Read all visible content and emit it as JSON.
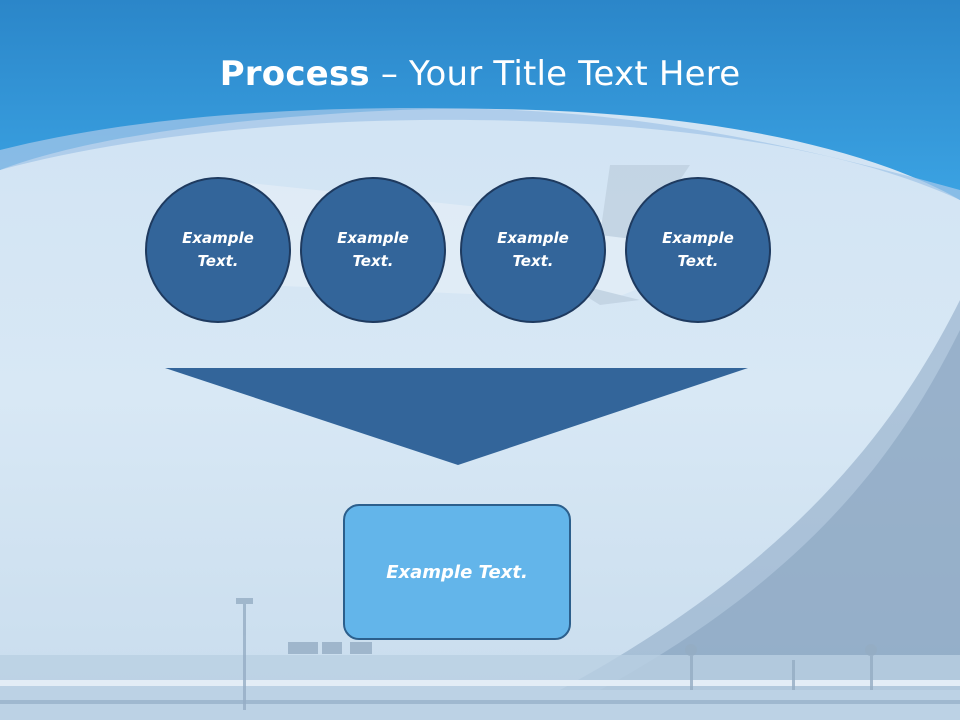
{
  "slide": {
    "title_bold": "Process",
    "title_rest": " – Your Title Text Here",
    "steps": [
      {
        "label": "Example\nText."
      },
      {
        "label": "Example\nText."
      },
      {
        "label": "Example\nText."
      },
      {
        "label": "Example\nText."
      }
    ],
    "result_label": "Example Text."
  },
  "colors": {
    "header_blue": "#3a9ee0",
    "circle_fill": "#33659a",
    "arrow_fill": "#33659a",
    "result_fill": "#63b5ea"
  }
}
